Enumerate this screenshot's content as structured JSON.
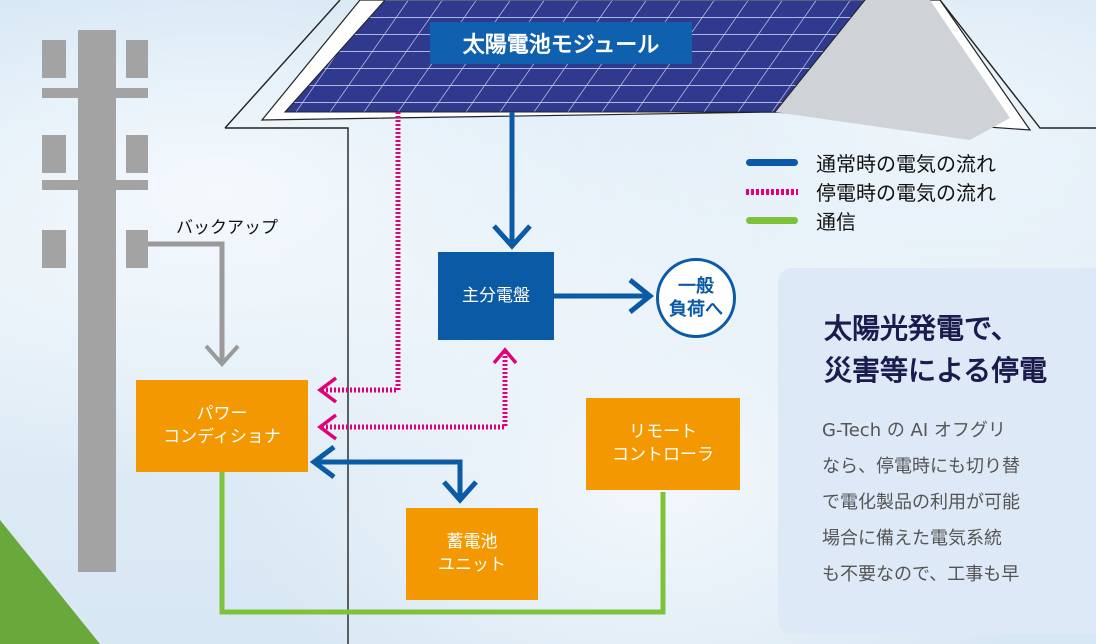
{
  "panel_label": "太陽電池モジュール",
  "legend": [
    {
      "key": "normal",
      "label": "通常時の電気の流れ",
      "color": "#0b5aa6"
    },
    {
      "key": "outage",
      "label": "停電時の電気の流れ",
      "color": "#e0007a"
    },
    {
      "key": "comm",
      "label": "通信",
      "color": "#7ec13a"
    }
  ],
  "backup_label": "バックアップ",
  "nodes": {
    "main_panel": "主分電盤",
    "general_load": "一般\n負荷へ",
    "power_conditioner": "パワー\nコンディショナ",
    "remote_controller": "リモート\nコントローラ",
    "battery_unit": "蓄電池\nユニット"
  },
  "info": {
    "headline": "太陽光発電で、\n災害等による停電",
    "body": "G-Tech の AI オフグリ\nなら、停電時にも切り替\nで電化製品の利用が可能\n場合に備えた電気系統\nも不要なので、工事も早"
  },
  "colors": {
    "normal": "#0b5aa6",
    "outage": "#e0007a",
    "comm": "#7ec13a",
    "node_orange": "#f39800",
    "backup_line": "#9a9a9a"
  }
}
